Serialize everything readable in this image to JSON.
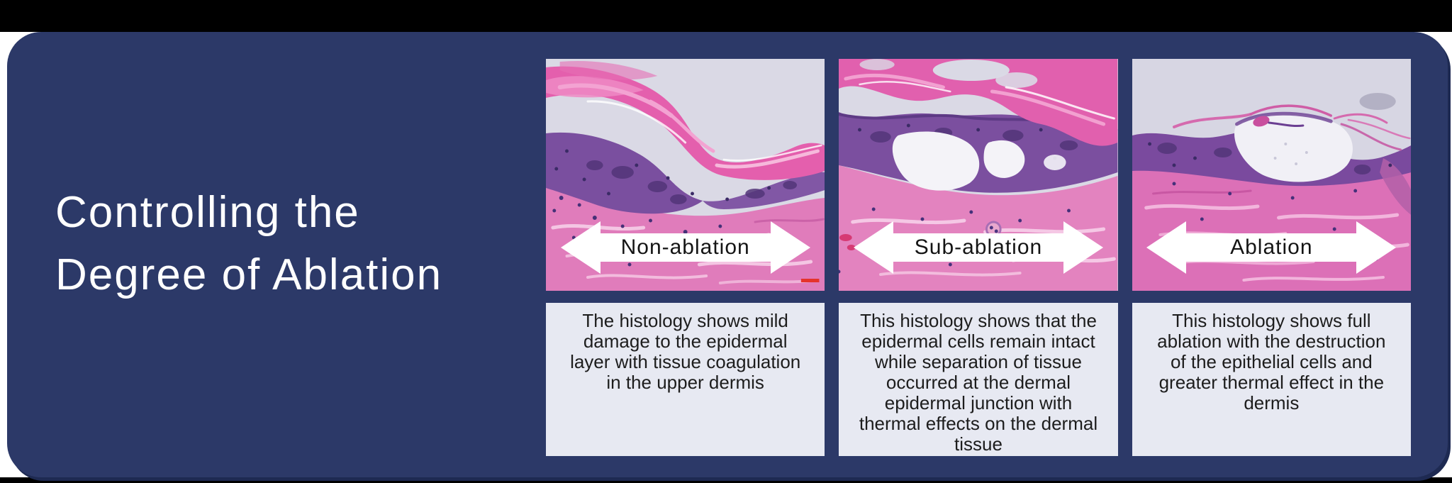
{
  "slide": {
    "title_lines": [
      "Controlling the",
      "Degree of Ablation"
    ],
    "colors": {
      "letterbox": "#000000",
      "card_background": "#2c3968",
      "card_shadow": "#1e2a52",
      "title_text": "#ffffff",
      "caption_background": "#e7e9f2",
      "caption_text": "#1d1d1d",
      "arrow_fill": "#ffffff",
      "arrow_text": "#141414",
      "scale_bar": "#e5332b",
      "tissue_pink": "#e45fad",
      "tissue_purple": "#7a4f9f",
      "tissue_dermis": "#e07cbb",
      "slide_bg_gray": "#dad9e5"
    },
    "panels": [
      {
        "id": "non-ablation",
        "label": "Non-ablation",
        "caption_lines": [
          "The histology shows mild",
          "damage to the epidermal",
          "layer with tissue coagulation",
          "in the upper dermis"
        ]
      },
      {
        "id": "sub-ablation",
        "label": "Sub-ablation",
        "caption_lines": [
          "This histology shows that the",
          "epidermal cells remain intact",
          "while separation of tissue",
          "occurred at the dermal",
          "epidermal junction with",
          "thermal effects on the dermal",
          "tissue"
        ]
      },
      {
        "id": "ablation",
        "label": "Ablation",
        "caption_lines": [
          "This histology shows full",
          "ablation with the destruction",
          "of the epithelial cells and",
          "greater thermal effect in the",
          "dermis"
        ]
      }
    ]
  }
}
